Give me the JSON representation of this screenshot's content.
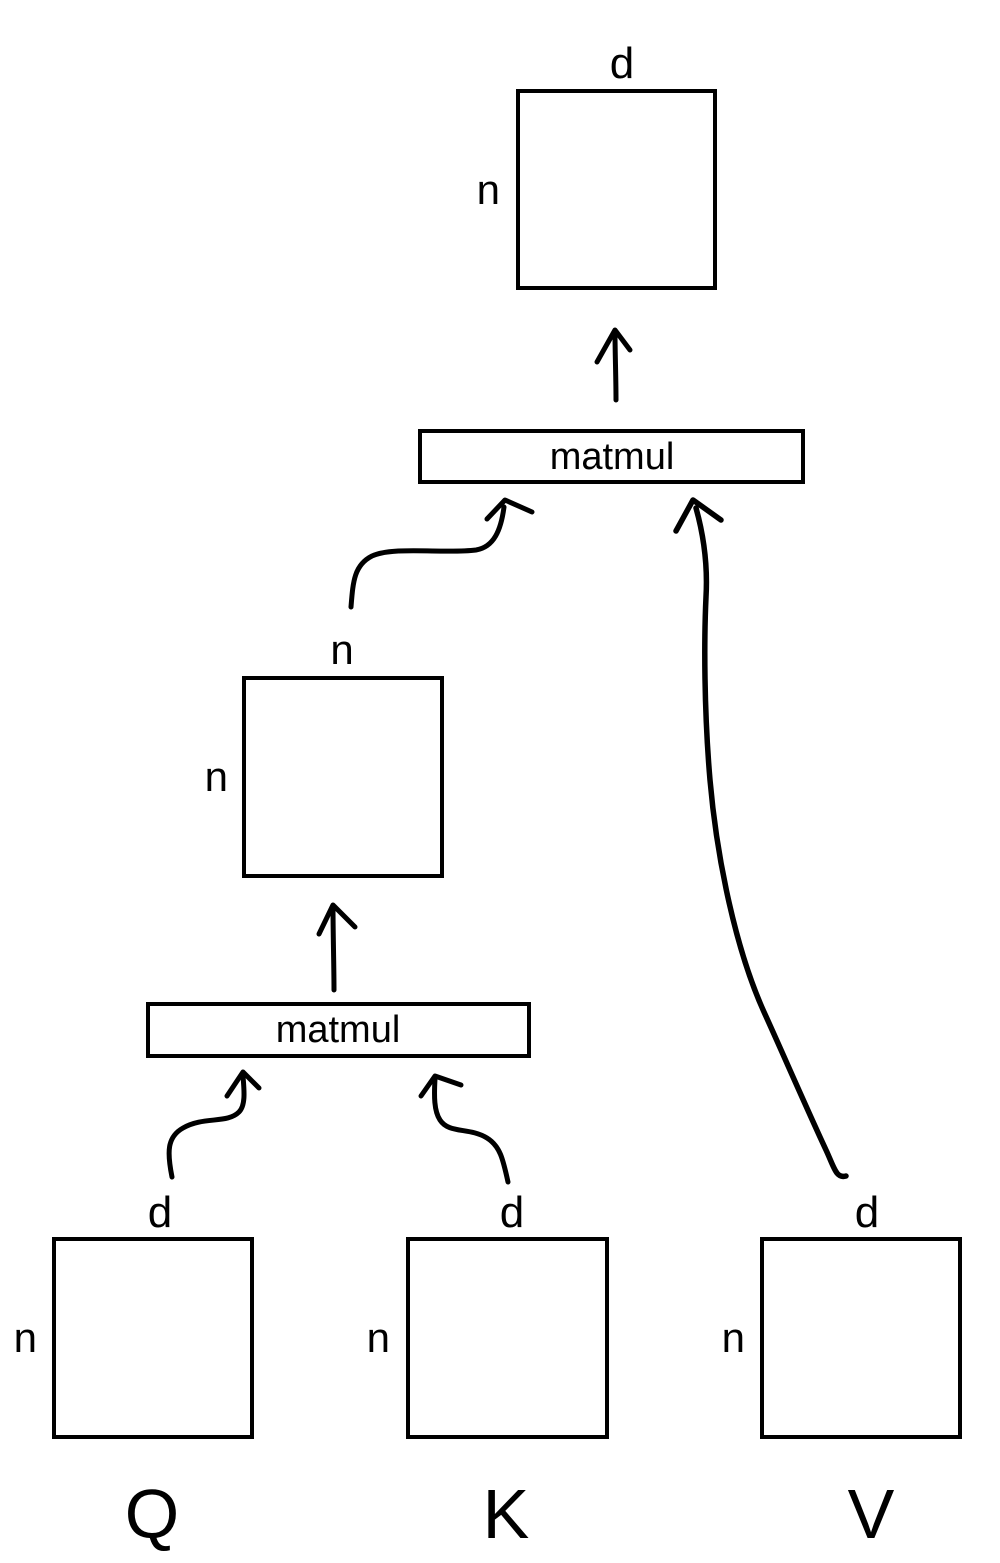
{
  "diagram": {
    "background": "#ffffff",
    "stroke_color": "#000000",
    "output_matrix": {
      "top_label": "d",
      "left_label": "n"
    },
    "matmul_top": {
      "label": "matmul"
    },
    "score_matrix": {
      "top_label": "n",
      "left_label": "n"
    },
    "matmul_bottom": {
      "label": "matmul"
    },
    "inputs": {
      "q": {
        "top_label": "d",
        "left_label": "n",
        "name": "Q"
      },
      "k": {
        "top_label": "d",
        "left_label": "n",
        "name": "K"
      },
      "v": {
        "top_label": "d",
        "left_label": "n",
        "name": "V"
      }
    }
  }
}
